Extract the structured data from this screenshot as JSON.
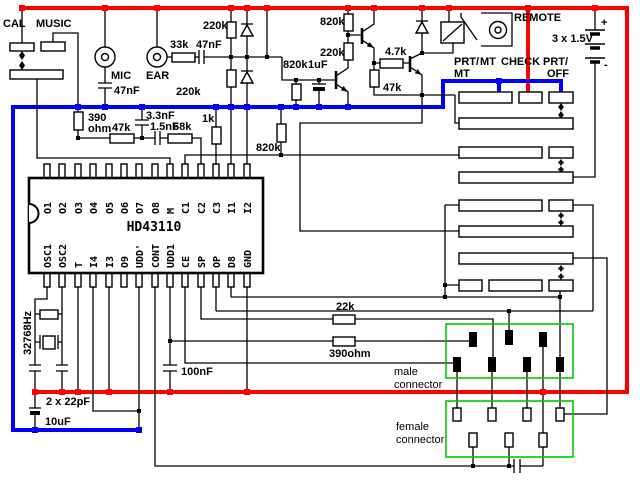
{
  "colors": {
    "positive_rail": "#ff0000",
    "ground_rail": "#0000ff",
    "wire": "#000000",
    "connector_outline": "#00cc00",
    "background": "#ffffff"
  },
  "ic": {
    "part": "HD43110",
    "top_pins": [
      "O1",
      "O2",
      "O3",
      "O4",
      "O5",
      "O6",
      "O7",
      "O8",
      "M",
      "C1",
      "C2",
      "C3",
      "I1",
      "I2"
    ],
    "bottom_pins": [
      "OSC1",
      "OSC2",
      "T",
      "I4",
      "I3",
      "O9",
      "UDD'",
      "CONT",
      "UDD1",
      "CE",
      "SP",
      "OP",
      "D8",
      "GND"
    ]
  },
  "jacks": {
    "mic": "MIC",
    "ear": "EAR",
    "remote": "REMOTE"
  },
  "switch_labels": {
    "cal": "CAL",
    "music": "MUSIC",
    "prt_mt_line1": "PRT/",
    "prt_mt_line2": "MT",
    "mt": "MT",
    "check": "CHECK",
    "prt_off_line1": "PRT/",
    "prt_off_line2": "OFF"
  },
  "power": {
    "battery_value": "3 x 1.5V",
    "plus": "+",
    "minus": "-"
  },
  "components": {
    "c_mic": "47nF",
    "r_ear": "33k",
    "c_ear": "47nF",
    "r_pullup_top": "220k",
    "r_pullup_bottom": "220k",
    "r_amp_base": "820k",
    "c_amp": "1uF",
    "r_drv_820k": "820k",
    "r_drv_220k": "220k",
    "r_drv_4k7": "4.7k",
    "r_drv_47k": "47k",
    "r_music_1": "390",
    "r_music_2": "ohm",
    "r_in_47k": "47k",
    "c_3n3": "3.3nF",
    "c_1n5": "1.5nF",
    "r_68k": "68k",
    "r_1k": "1k",
    "r_c1_820k": "820k",
    "crystal": "32768Hz",
    "c_xtal": "2 x 22pF",
    "c_10uF": "10uF",
    "c_100nF": "100nF",
    "r_22k": "22k",
    "r_390ohm": "390ohm"
  },
  "connectors": {
    "male_line1": "male",
    "male_line2": "connector",
    "female_line1": "female",
    "female_line2": "connector"
  }
}
